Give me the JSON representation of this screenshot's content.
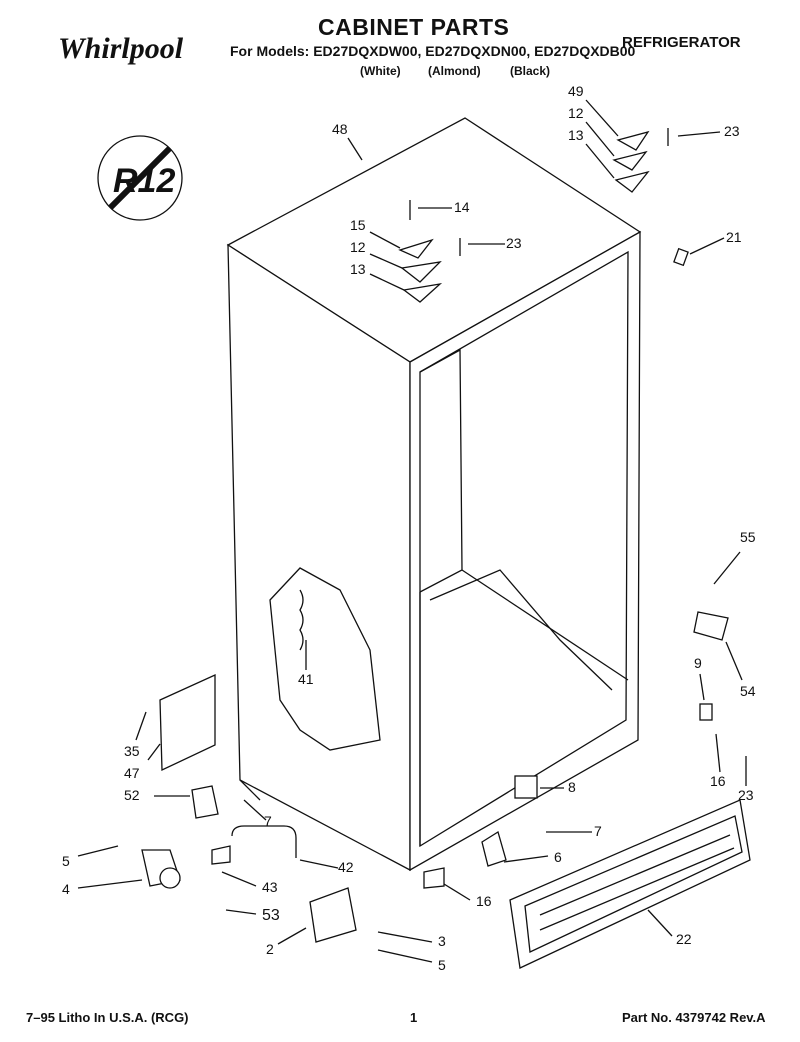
{
  "header": {
    "brand": "Whirlpool",
    "title": "CABINET PARTS",
    "models_line": "For Models: ED27DQXDW00, ED27DQXDN00, ED27DQXDB00",
    "colors": [
      "(White)",
      "(Almond)",
      "(Black)"
    ],
    "appliance": "REFRIGERATOR",
    "refrigerant_badge": "R12"
  },
  "callouts": [
    "48",
    "49",
    "12",
    "13",
    "23",
    "14",
    "15",
    "12",
    "23",
    "13",
    "21",
    "55",
    "41",
    "9",
    "54",
    "35",
    "47",
    "52",
    "7",
    "16",
    "23",
    "8",
    "7",
    "5",
    "42",
    "6",
    "4",
    "43",
    "53",
    "16",
    "22",
    "3",
    "2",
    "5"
  ],
  "footer": {
    "left": "7–95 Litho In U.S.A. (RCG)",
    "page": "1",
    "right": "Part No. 4379742 Rev.A"
  }
}
